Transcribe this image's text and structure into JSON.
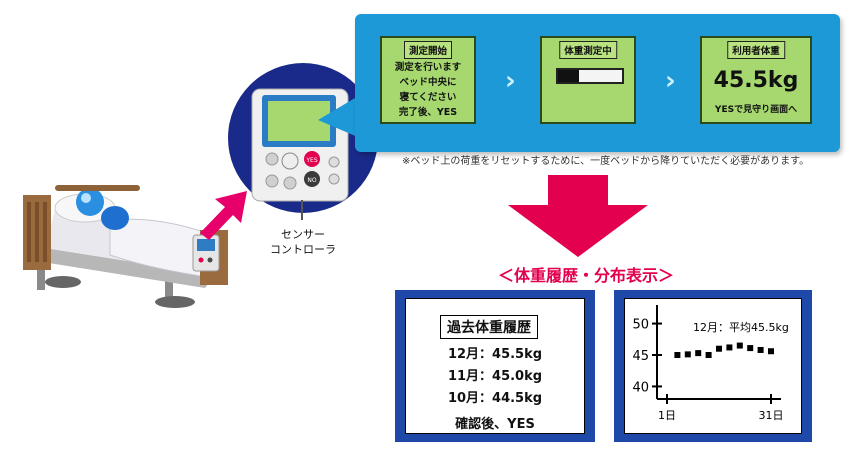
{
  "screens": [
    {
      "title": "測定開始",
      "lines": [
        "測定を行います",
        "ベッド中央に",
        "寝てください",
        "完了後、YES"
      ]
    },
    {
      "title": "体重測定中",
      "progress": 0.33
    },
    {
      "title": "利用者体重",
      "weight": "45.5kg",
      "footer": "YESで見守り画面へ"
    }
  ],
  "note": "※ベッド上の荷重をリセットするために、一度ベッドから降りていただく必要があります。",
  "section_title": "＜体重履歴・分布表示＞",
  "sensor_label": [
    "センサー",
    "コントローラ"
  ],
  "controller_buttons": {
    "yes": "YES",
    "no": "NO"
  },
  "history": {
    "title": "過去体重履歴",
    "rows": [
      "12月：45.5kg",
      "11月：45.0kg",
      "10月：44.5kg"
    ],
    "footer": "確認後、YES"
  },
  "chart_data": {
    "type": "scatter",
    "title": "12月：平均45.5kg",
    "x_tick_labels": [
      "1日",
      "31日"
    ],
    "y_ticks": [
      40,
      45,
      50
    ],
    "ylim": [
      38,
      52
    ],
    "xlim": [
      1,
      31
    ],
    "x": [
      4,
      7,
      10,
      13,
      16,
      19,
      22,
      25,
      28,
      31
    ],
    "values": [
      45,
      45.1,
      45.3,
      45,
      46,
      46.2,
      46.5,
      46.1,
      45.8,
      45.6
    ],
    "colors": {
      "frame": "#1f49a8",
      "accent": "#e2004f",
      "lcd": "#a6d86f",
      "panel": "#1c99d6"
    }
  }
}
